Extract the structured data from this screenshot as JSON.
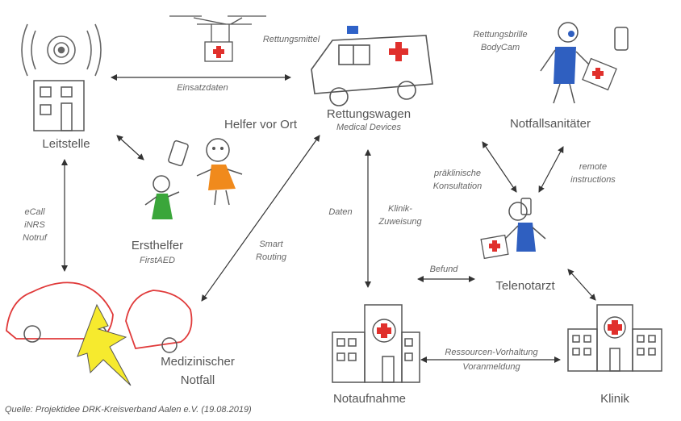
{
  "nodes": {
    "leitstelle": "Leitstelle",
    "helfer": "Helfer vor Ort",
    "ersthelfer": "Ersthelfer",
    "ersthelfer_sub": "FirstAED",
    "rettungswagen": "Rettungswagen",
    "rettungswagen_sub": "Medical Devices",
    "rettungsmittel": "Rettungsmittel",
    "notfallsanitaeter": "Notfallsanitäter",
    "rettungsbrille_1": "Rettungsbrille",
    "rettungsbrille_2": "BodyCam",
    "telenotarzt": "Telenotarzt",
    "notfall_1": "Medizinischer",
    "notfall_2": "Notfall",
    "notaufnahme": "Notaufnahme",
    "klinik": "Klinik"
  },
  "edges": {
    "einsatzdaten": "Einsatzdaten",
    "ecall_1": "eCall",
    "ecall_2": "iNRS",
    "ecall_3": "Notruf",
    "smart_1": "Smart",
    "smart_2": "Routing",
    "daten": "Daten",
    "klinik_zuweisung_1": "Klinik-",
    "klinik_zuweisung_2": "Zuweisung",
    "praeklinisch_1": "präklinische",
    "praeklinisch_2": "Konsultation",
    "remote_1": "remote",
    "remote_2": "instructions",
    "befund": "Befund",
    "ressourcen_1": "Ressourcen-Vorhaltung",
    "ressourcen_2": "Voranmeldung"
  },
  "source": "Quelle: Projektidee DRK-Kreisverband Aalen e.V. (19.08.2019)",
  "colors": {
    "red_cross": "#e0302c",
    "green_dress": "#3aa63a",
    "orange_dress": "#f08a1c",
    "blue_medic": "#2f5fc0",
    "yellow_crash": "#f6ea2e",
    "siren_blue": "#2f62c8",
    "crash_red": "#e03a3a"
  }
}
